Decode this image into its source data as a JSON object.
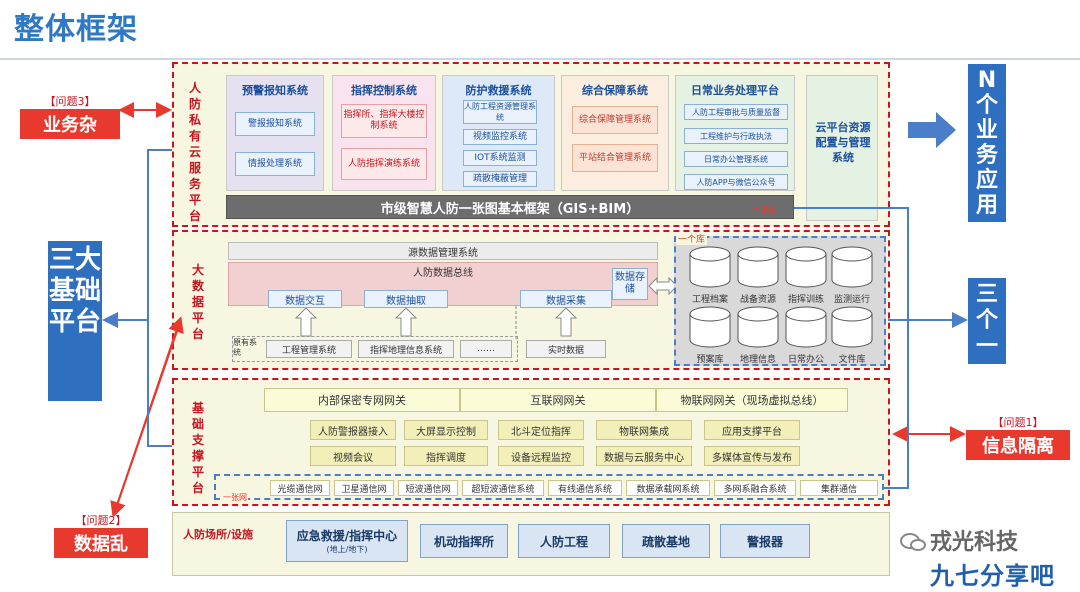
{
  "page_title": "整体框架",
  "sections": {
    "s1_label": "人防私有云服务平台",
    "s2_label": "大数据平台",
    "s3_label": "基础支撑平台",
    "s4_label": "人防场所/设施"
  },
  "systems": [
    {
      "title": "预警报知系统",
      "items": [
        "警报报知系统",
        "情报处理系统"
      ]
    },
    {
      "title": "指挥控制系统",
      "items": [
        "指挥所、指挥大楼控制系统",
        "人防指挥演练系统"
      ]
    },
    {
      "title": "防护救援系统",
      "items": [
        "人防工程资源管理系统",
        "视频监控系统",
        "IOT系统监测",
        "疏散掩蔽管理"
      ]
    },
    {
      "title": "综合保障系统",
      "items": [
        "综合保障管理系统",
        "平站结合管理系统"
      ]
    },
    {
      "title": "日常业务处理平台",
      "items": [
        "人防工程审批与质量监督",
        "工程维护与行政执法",
        "日常办公管理系统",
        "人防APP与微信公众号"
      ]
    }
  ],
  "cloud_resource": "云平台资源配置与管理系统",
  "gis_bar": "市级智慧人防一张图基本框架（GIS+BIM）",
  "gis_tag": "一张图",
  "bigdata": {
    "meta_mgmt": "源数据管理系统",
    "bus": "人防数据总线",
    "exchange": "数据交互",
    "extract": "数据抽取",
    "collect": "数据采集",
    "storage": "数据存储",
    "original": "原有系统",
    "proj_mgmt": "工程管理系统",
    "geo": "指挥地理信息系统",
    "ellipsis": "……",
    "realtime": "实时数据",
    "lib_tag": "一个库",
    "dbs": [
      "工程档案",
      "战备资源",
      "指挥训练",
      "监测运行",
      "预案库",
      "地理信息",
      "日常办公",
      "文件库"
    ]
  },
  "support": {
    "gateways": [
      "内部保密专网网关",
      "互联网网关",
      "物联网网关（现场虚拟总线）"
    ],
    "row1": [
      "人防警报器接入",
      "大屏显示控制",
      "北斗定位指挥",
      "物联网集成",
      "应用支撑平台"
    ],
    "row2": [
      "视频会议",
      "指挥调度",
      "设备远程监控",
      "数据与云服务中心",
      "多媒体宣传与发布"
    ],
    "net_tag": "一张网",
    "networks": [
      "光缆通信网",
      "卫星通信网",
      "短波通信网",
      "超短波通信系统",
      "有线通信系统",
      "数据承载网系统",
      "多网系融合系统",
      "集群通信"
    ]
  },
  "facilities": {
    "f1": "应急救援/指挥中心",
    "f1_sub": "(地上/地下)",
    "f2": "机动指挥所",
    "f3": "人防工程",
    "f4": "疏散基地",
    "f5": "警报器"
  },
  "left_blue": "三大基础平台",
  "right_top_blue": "N个业务应用",
  "right_mid_blue": "三个一",
  "issues": {
    "i3_label": "【问题3】",
    "i3_text": "业务杂",
    "i2_label": "【问题2】",
    "i2_text": "数据乱",
    "i1_label": "【问题1】",
    "i1_text": "信息隔离"
  },
  "watermark": {
    "brand": "戎光科技",
    "site": "九七分享吧"
  },
  "colors": {
    "accent_blue": "#2e6fc0",
    "issue_red": "#e8392f",
    "dashed_red": "#c8141e"
  }
}
